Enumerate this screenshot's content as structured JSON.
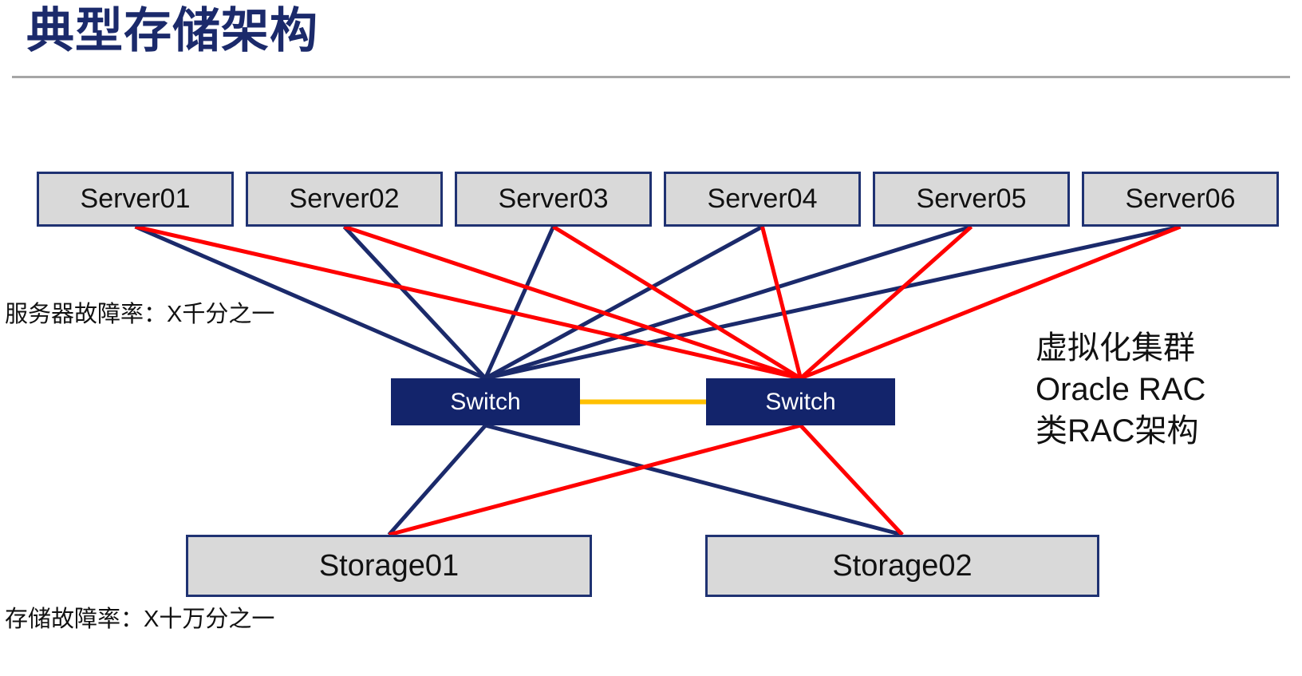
{
  "title": "典型存储架构",
  "annotations": {
    "server_failure_rate": "服务器故障率：X千分之一",
    "storage_failure_rate": "存储故障率：X十万分之一",
    "right_note_lines": [
      "虚拟化集群",
      "Oracle RAC",
      "类RAC架构"
    ]
  },
  "nodes": {
    "servers": [
      {
        "id": "server01",
        "label": "Server01"
      },
      {
        "id": "server02",
        "label": "Server02"
      },
      {
        "id": "server03",
        "label": "Server03"
      },
      {
        "id": "server04",
        "label": "Server04"
      },
      {
        "id": "server05",
        "label": "Server05"
      },
      {
        "id": "server06",
        "label": "Server06"
      }
    ],
    "switches": [
      {
        "id": "switchA",
        "label": "Switch"
      },
      {
        "id": "switchB",
        "label": "Switch"
      }
    ],
    "storages": [
      {
        "id": "storage01",
        "label": "Storage01"
      },
      {
        "id": "storage02",
        "label": "Storage02"
      }
    ]
  },
  "edges": [
    {
      "from": "server01",
      "to": "switchA",
      "color": "navy"
    },
    {
      "from": "server02",
      "to": "switchA",
      "color": "navy"
    },
    {
      "from": "server03",
      "to": "switchA",
      "color": "navy"
    },
    {
      "from": "server04",
      "to": "switchA",
      "color": "navy"
    },
    {
      "from": "server05",
      "to": "switchA",
      "color": "navy"
    },
    {
      "from": "server06",
      "to": "switchA",
      "color": "navy"
    },
    {
      "from": "switchA",
      "to": "storage01",
      "color": "navy"
    },
    {
      "from": "switchA",
      "to": "storage02",
      "color": "navy"
    },
    {
      "from": "server01",
      "to": "switchB",
      "color": "red"
    },
    {
      "from": "server02",
      "to": "switchB",
      "color": "red"
    },
    {
      "from": "server03",
      "to": "switchB",
      "color": "red"
    },
    {
      "from": "server04",
      "to": "switchB",
      "color": "red"
    },
    {
      "from": "server05",
      "to": "switchB",
      "color": "red"
    },
    {
      "from": "server06",
      "to": "switchB",
      "color": "red"
    },
    {
      "from": "switchB",
      "to": "storage01",
      "color": "red"
    },
    {
      "from": "switchB",
      "to": "storage02",
      "color": "red"
    },
    {
      "from": "switchA",
      "to": "switchB",
      "color": "yellow"
    }
  ],
  "colors": {
    "navy": "#1B2A6B",
    "red": "#FF0000",
    "yellow": "#FFC000",
    "box_fill": "#D9D9D9",
    "box_border": "#1F3272",
    "switch_fill": "#13246B",
    "title": "#1B2A6B",
    "underline": "#A6A6A6"
  }
}
